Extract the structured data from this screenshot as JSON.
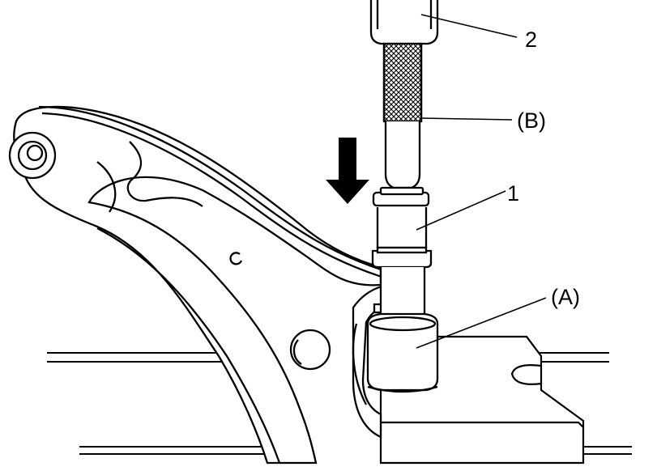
{
  "callouts": {
    "c2": "2",
    "cB": "(B)",
    "c1": "1",
    "cA": "(A)"
  },
  "colors": {
    "ink": "#000000",
    "paper": "#ffffff"
  }
}
